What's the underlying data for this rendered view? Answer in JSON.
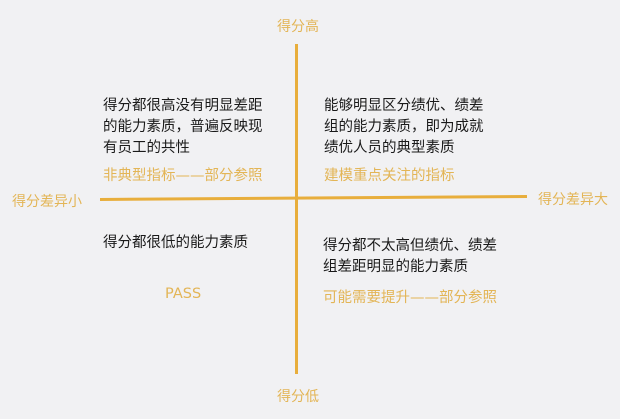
{
  "axes": {
    "top": "得分高",
    "bottom": "得分低",
    "left": "得分差异小",
    "right": "得分差异大"
  },
  "colors": {
    "axis_line": "#e8ae3c",
    "accent_text": "#e3b556",
    "body_text": "#1a1a1a",
    "background": "#f1f1f3"
  },
  "quadrants": {
    "top_left": {
      "lines": [
        "得分都很高没有明显差距",
        "的能力素质，普遍反映现",
        "有员工的共性"
      ],
      "tag": "非典型指标——部分参照"
    },
    "top_right": {
      "lines": [
        "能够明显区分绩优、绩差",
        "组的能力素质，即为成就",
        "绩优人员的典型素质"
      ],
      "tag": "建模重点关注的指标"
    },
    "bottom_left": {
      "lines": [
        "得分都很低的能力素质"
      ],
      "tag": "PASS"
    },
    "bottom_right": {
      "lines": [
        "得分都不太高但绩优、绩差",
        "组差距明显的能力素质"
      ],
      "tag": "可能需要提升——部分参照"
    }
  }
}
